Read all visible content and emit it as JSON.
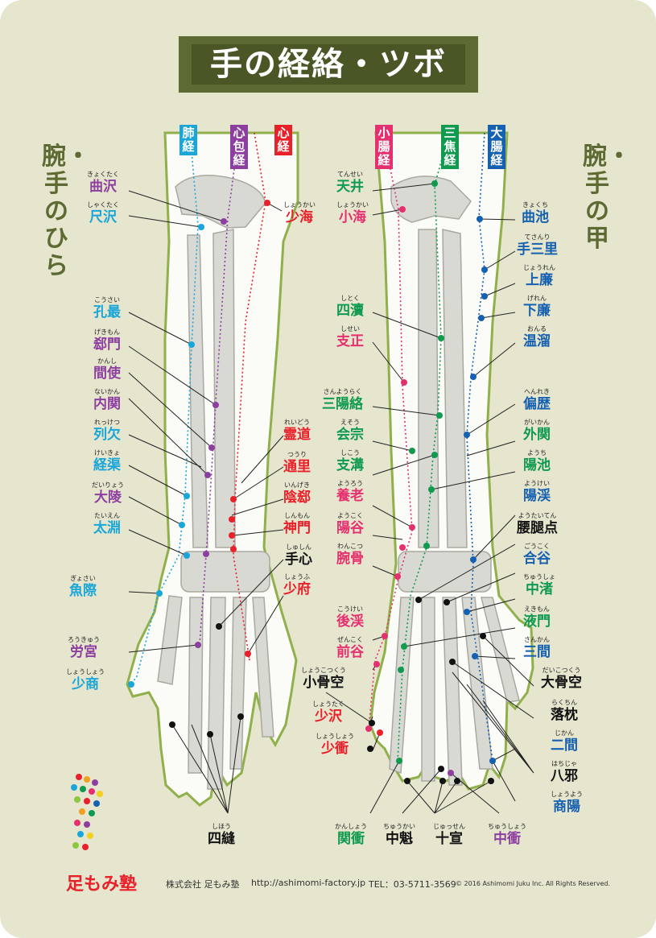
{
  "title": "手の経絡・ツボ",
  "side_left": "腕・手のひら",
  "side_right": "腕・手の甲",
  "colors": {
    "lung": "#1aa6d8",
    "pericardium": "#8d3fa0",
    "heart": "#e8202a",
    "small_intestine": "#e5306f",
    "sanjiao": "#0f9a4f",
    "large_intestine": "#1560b0",
    "extra": "#111111",
    "title_bg": "#4b5626",
    "bg": "#e6e5cd"
  },
  "meridians": {
    "lung": "肺経",
    "pericardium": "心包経",
    "heart": "心経",
    "small_intestine": "小腸経",
    "sanjiao": "三焦経",
    "large_intestine": "大腸経"
  },
  "left_points": {
    "shakutaku": {
      "rb": "きょくたく",
      "nm": "曲沢"
    },
    "shakutaku2": {
      "rb": "しゃくたく",
      "nm": "尺沢"
    },
    "shoukai": {
      "rb": "しょうかい",
      "nm": "少海"
    },
    "kousai": {
      "rb": "こうさい",
      "nm": "孔最"
    },
    "gekimon": {
      "rb": "げきもん",
      "nm": "郄門"
    },
    "kanshi": {
      "rb": "かんし",
      "nm": "間使"
    },
    "naikan": {
      "rb": "ないかん",
      "nm": "内関"
    },
    "rekketsu": {
      "rb": "れっけつ",
      "nm": "列欠"
    },
    "keikyo": {
      "rb": "けいきょ",
      "nm": "経渠"
    },
    "dairyou": {
      "rb": "だいりょう",
      "nm": "大陵"
    },
    "taien": {
      "rb": "たいえん",
      "nm": "太淵"
    },
    "reidou": {
      "rb": "れいどう",
      "nm": "霊道"
    },
    "tsuuri": {
      "rb": "つうり",
      "nm": "通里"
    },
    "ingeki": {
      "rb": "いんげき",
      "nm": "陰郄"
    },
    "shinmon": {
      "rb": "しんもん",
      "nm": "神門"
    },
    "shushin": {
      "rb": "しゅしん",
      "nm": "手心"
    },
    "shoufu": {
      "rb": "しょうふ",
      "nm": "少府"
    },
    "gyosai": {
      "rb": "ぎょさい",
      "nm": "魚際"
    },
    "roukyuu": {
      "rb": "ろうきゅう",
      "nm": "労宮"
    },
    "shoushou": {
      "rb": "しょうしょう",
      "nm": "少商"
    },
    "shihou": {
      "rb": "しほう",
      "nm": "四縫"
    }
  },
  "right_points": {
    "tensei": {
      "rb": "てんせい",
      "nm": "天井"
    },
    "shoukai": {
      "rb": "しょうかい",
      "nm": "小海"
    },
    "kyokuchi": {
      "rb": "きょくち",
      "nm": "曲池"
    },
    "tesanri": {
      "rb": "てさんり",
      "nm": "手三里"
    },
    "jourenn": {
      "rb": "じょうれん",
      "nm": "上廉"
    },
    "geren": {
      "rb": "げれん",
      "nm": "下廉"
    },
    "onru": {
      "rb": "おんる",
      "nm": "温溜"
    },
    "shitoku": {
      "rb": "しとく",
      "nm": "四瀆"
    },
    "shisei": {
      "rb": "しせい",
      "nm": "支正"
    },
    "sanyouraku": {
      "rb": "さんようらく",
      "nm": "三陽絡"
    },
    "henreki": {
      "rb": "へんれき",
      "nm": "偏歴"
    },
    "esou": {
      "rb": "えそう",
      "nm": "会宗"
    },
    "gaikan": {
      "rb": "がいかん",
      "nm": "外関"
    },
    "shikou": {
      "rb": "しこう",
      "nm": "支溝"
    },
    "youchi": {
      "rb": "ようち",
      "nm": "陽池"
    },
    "yourou": {
      "rb": "ようろう",
      "nm": "養老"
    },
    "youkei": {
      "rb": "ようけい",
      "nm": "陽渓"
    },
    "youkoku": {
      "rb": "ようこく",
      "nm": "陽谷"
    },
    "youtaiten": {
      "rb": "ようたいてん",
      "nm": "腰腿点"
    },
    "wankotsu": {
      "rb": "わんこつ",
      "nm": "腕骨"
    },
    "goukoku": {
      "rb": "ごうこく",
      "nm": "合谷"
    },
    "chuusho": {
      "rb": "ちゅうしょ",
      "nm": "中渚"
    },
    "koukei": {
      "rb": "こうけい",
      "nm": "後渓"
    },
    "ekimon": {
      "rb": "えきもん",
      "nm": "液門"
    },
    "zenkoku": {
      "rb": "ぜんこく",
      "nm": "前谷"
    },
    "sankan": {
      "rb": "さんかん",
      "nm": "三間"
    },
    "shoukotsukuu": {
      "rb": "しょうこつくう",
      "nm": "小骨空"
    },
    "daikotsukuu": {
      "rb": "だいこつくう",
      "nm": "大骨空"
    },
    "rakuchin": {
      "rb": "らくちん",
      "nm": "落枕"
    },
    "shoutaku": {
      "rb": "しょうたく",
      "nm": "少沢"
    },
    "jikan": {
      "rb": "じかん",
      "nm": "二間"
    },
    "shoushou": {
      "rb": "しょうしょう",
      "nm": "少衝"
    },
    "hachija": {
      "rb": "はちじゃ",
      "nm": "八邪"
    },
    "shouyou": {
      "rb": "しょうよう",
      "nm": "商陽"
    },
    "kanshou": {
      "rb": "かんしょう",
      "nm": "関衝"
    },
    "chuukai": {
      "rb": "ちゅうかい",
      "nm": "中魁"
    },
    "jissen": {
      "rb": "じゅっせん",
      "nm": "十宣"
    },
    "chuushou": {
      "rb": "ちゅうしょう",
      "nm": "中衝"
    }
  },
  "footer": {
    "brand": "足もみ塾",
    "company": "株式会社 足もみ塾",
    "url": "http://ashimomi-factory.jp",
    "tel": "TEL：03-5711-3569",
    "copyright": "© 2016 Ashimomi Juku Inc. All Rights Reserved."
  }
}
